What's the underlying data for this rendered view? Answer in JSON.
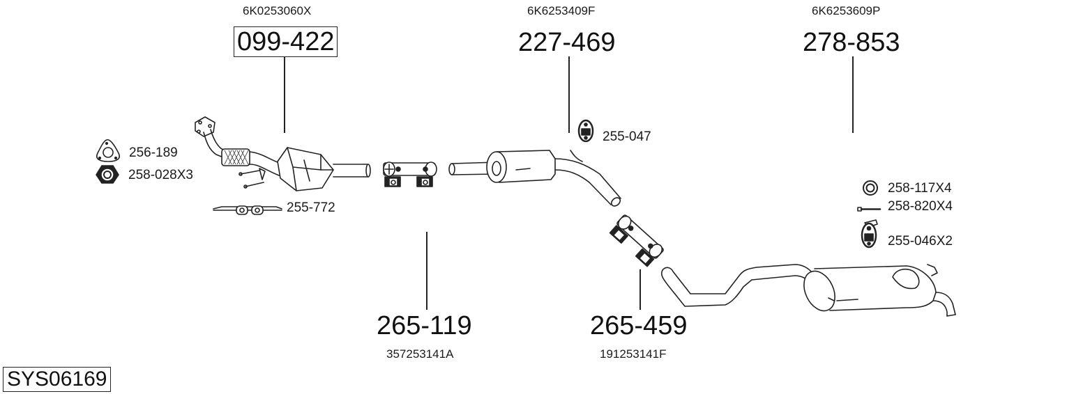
{
  "diagram_title": "SYS06169",
  "main_parts": [
    {
      "part_number": "099-422",
      "oem_number": "6K0253060X",
      "highlighted": true,
      "description": "catalytic-converter-front-pipe"
    },
    {
      "part_number": "227-469",
      "oem_number": "6K6253409F",
      "highlighted": false,
      "description": "middle-silencer"
    },
    {
      "part_number": "278-853",
      "oem_number": "6K6253609P",
      "highlighted": false,
      "description": "rear-silencer"
    },
    {
      "part_number": "265-119",
      "oem_number": "357253141A",
      "highlighted": false,
      "description": "pipe-connector-clamp"
    },
    {
      "part_number": "265-459",
      "oem_number": "191253141F",
      "highlighted": false,
      "description": "pipe-connector-clamp"
    }
  ],
  "accessories": [
    {
      "part_number": "256-189",
      "icon": "gasket-icon"
    },
    {
      "part_number": "258-028X3",
      "icon": "hex-nut-icon"
    },
    {
      "part_number": "255-772",
      "icon": "mounting-bracket-icon"
    },
    {
      "part_number": "255-047",
      "icon": "rubber-hanger-icon"
    },
    {
      "part_number": "258-117X4",
      "icon": "washer-icon"
    },
    {
      "part_number": "258-820X4",
      "icon": "bolt-icon"
    },
    {
      "part_number": "255-046X2",
      "icon": "rubber-hanger-icon"
    }
  ],
  "colors": {
    "line": "#222222",
    "background": "#ffffff",
    "fill": "#ffffff"
  }
}
